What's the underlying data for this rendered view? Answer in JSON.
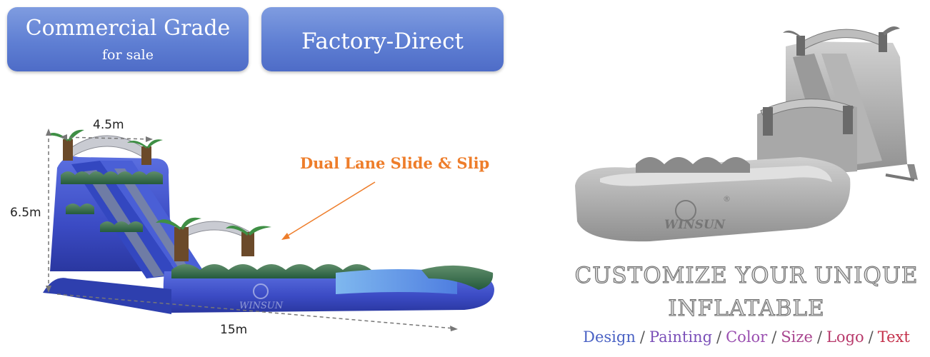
{
  "badges": {
    "commercial": {
      "title": "Commercial Grade",
      "subtitle": "for sale"
    },
    "factory": {
      "title": "Factory-Direct"
    }
  },
  "dimensions": {
    "width": "4.5m",
    "height": "6.5m",
    "length": "15m"
  },
  "callout": "Dual Lane Slide & Slip",
  "brand": {
    "watermark": "WINSUN",
    "registered": "®"
  },
  "customize": {
    "line1": "CUSTOMIZE YOUR UNIQUE",
    "line2": "INFLATABLE",
    "options": [
      {
        "label": "Design",
        "color": "#4a62c4"
      },
      {
        "label": "Painting",
        "color": "#7a4fb8"
      },
      {
        "label": "Color",
        "color": "#9a4fb0"
      },
      {
        "label": "Size",
        "color": "#a8448e"
      },
      {
        "label": "Logo",
        "color": "#b83a6c"
      },
      {
        "label": "Text",
        "color": "#c4304a"
      }
    ],
    "separator": "/"
  },
  "colors": {
    "badge_blue": "#5f7fd3",
    "slide_blue": "#3a4fc2",
    "slide_green": "#2f6b4c",
    "callout_orange": "#ee7d2a"
  }
}
